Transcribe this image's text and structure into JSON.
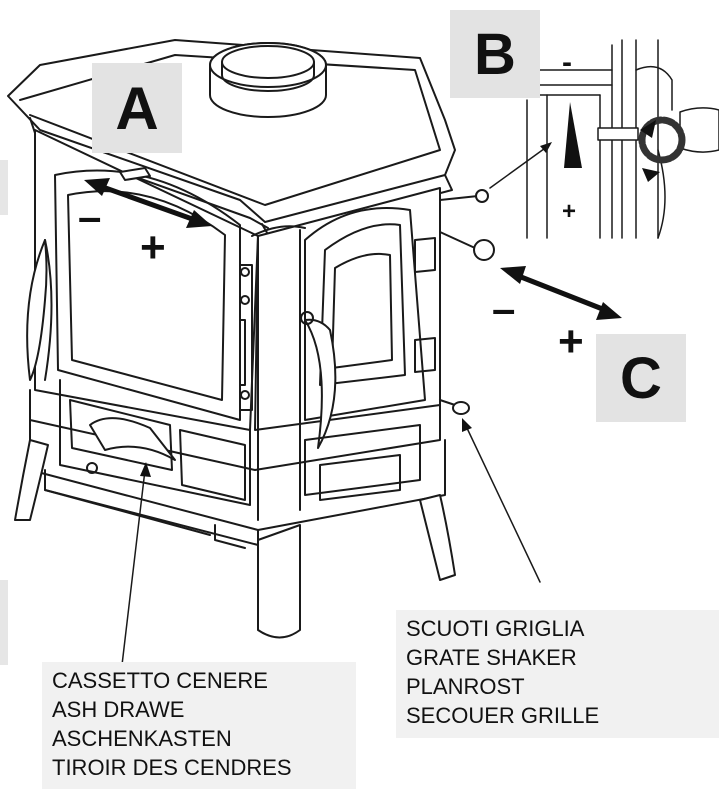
{
  "markers": {
    "a": "A",
    "b": "B",
    "c": "C"
  },
  "signs": {
    "a_minus": "–",
    "a_plus": "+",
    "b_minus": "-",
    "b_plus": "+",
    "c_minus": "–",
    "c_plus": "+"
  },
  "captions": {
    "grate_shaker": [
      "SCUOTI GRIGLIA",
      "GRATE SHAKER",
      "PLANROST",
      "SECOUER GRILLE"
    ],
    "ash_drawer": [
      "CASSETTO CENERE",
      "ASH DRAWE",
      "ASCHENKASTEN",
      "TIROIR DES CENDRES"
    ]
  }
}
